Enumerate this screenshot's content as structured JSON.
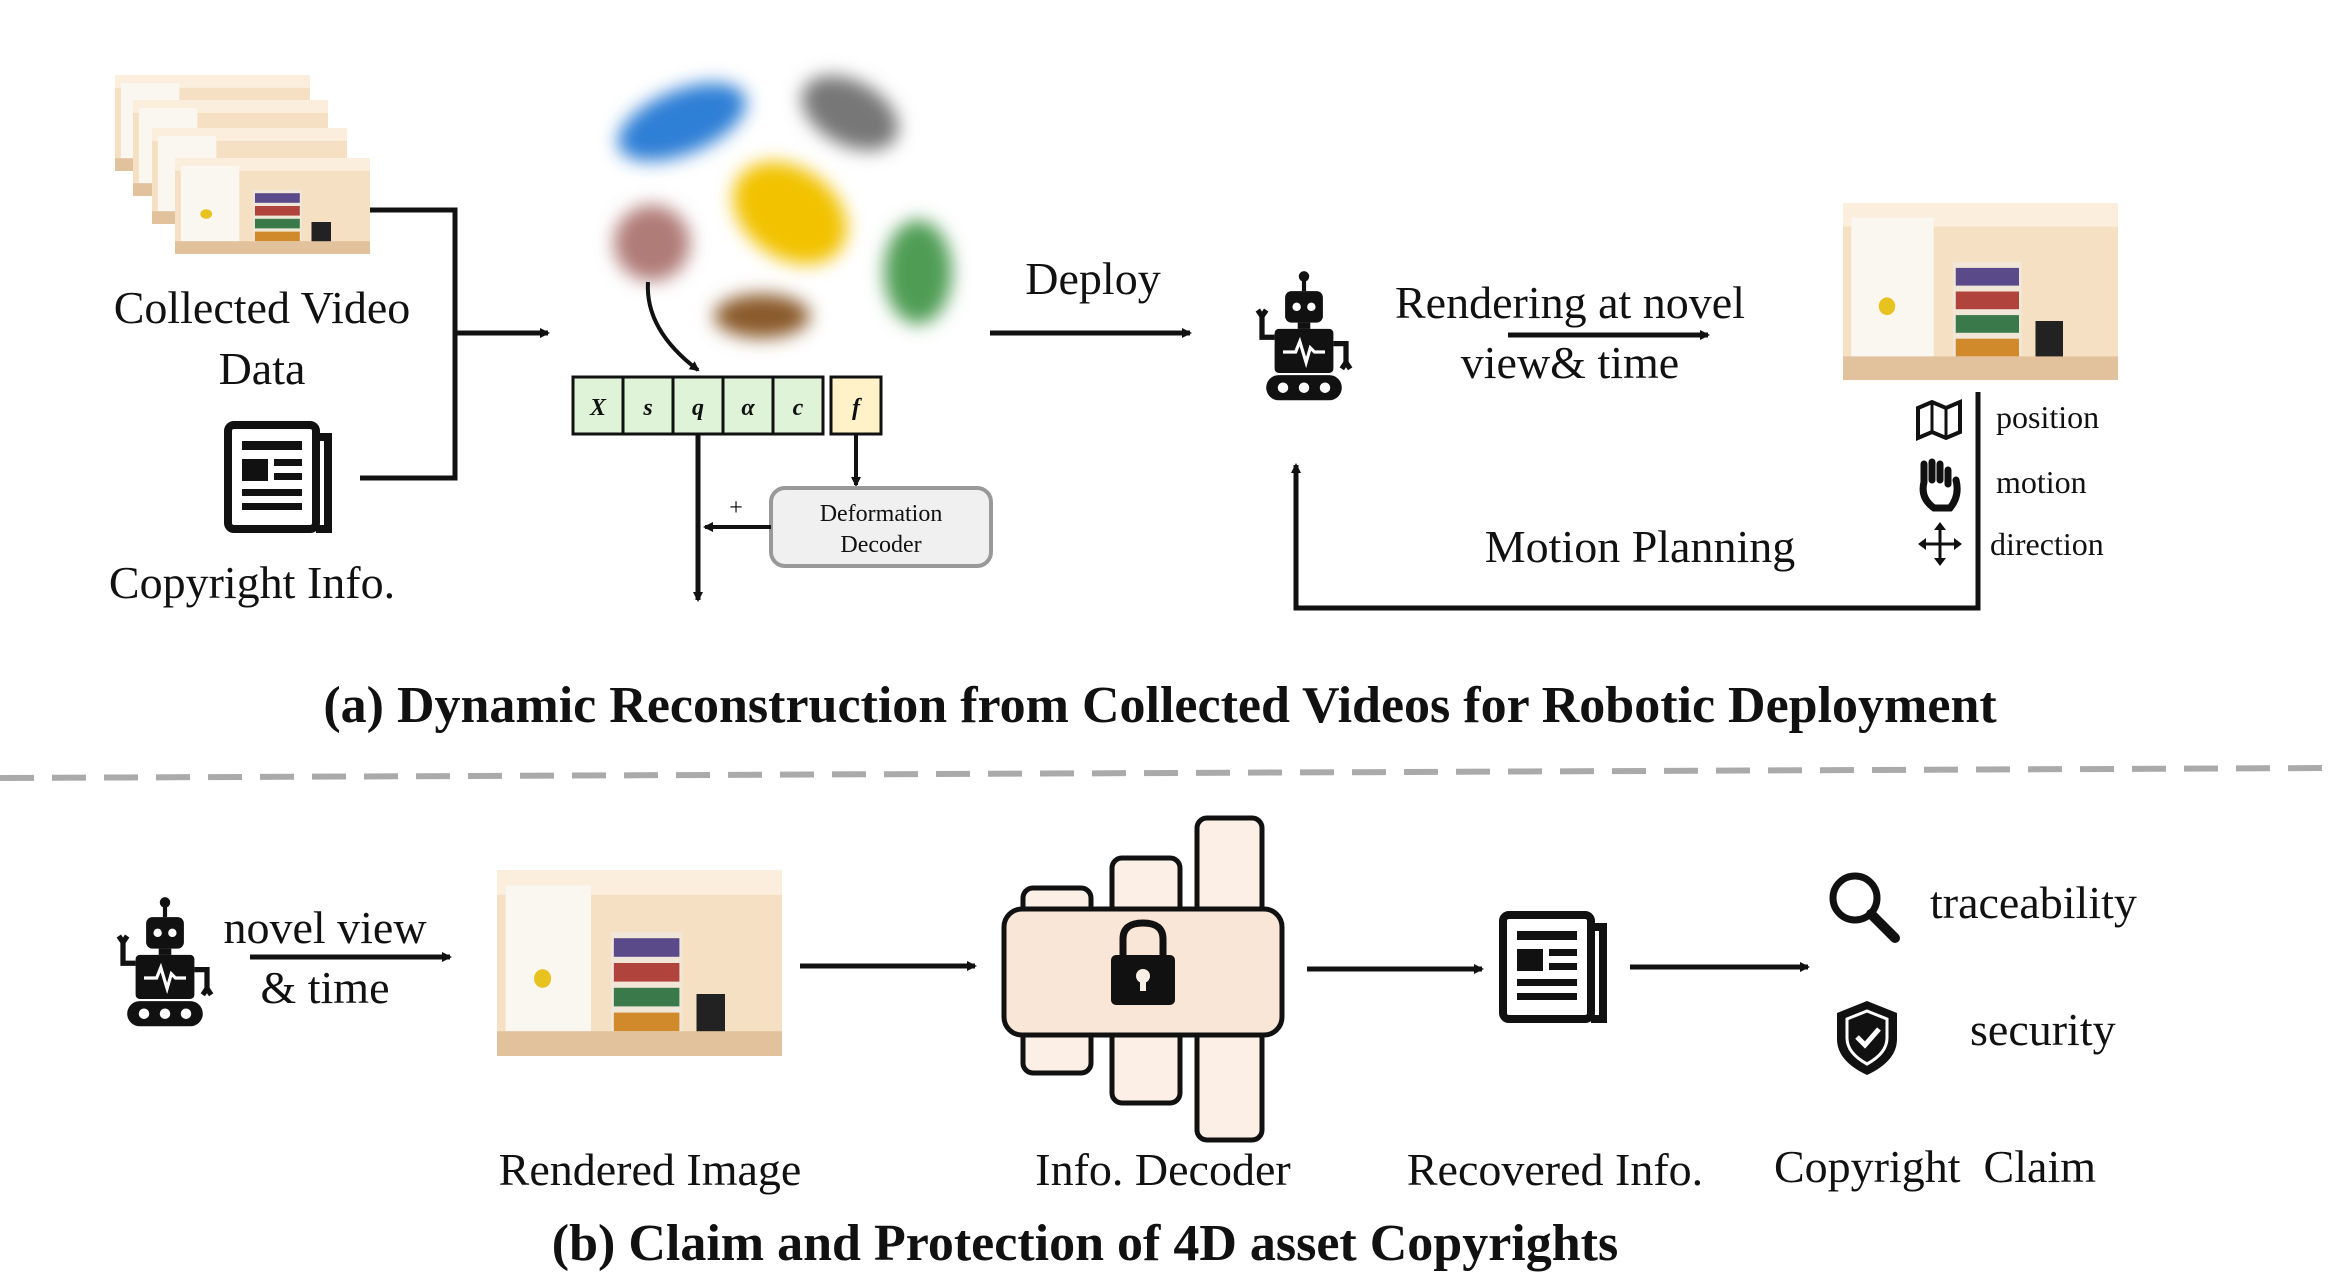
{
  "section_a": {
    "caption": "(a) Dynamic Reconstruction from Collected Videos for Robotic Deployment",
    "collected_video_line1": "Collected Video",
    "collected_video_line2": "Data",
    "copyright_info": "Copyright Info.",
    "attributes": [
      "X",
      "s",
      "q",
      "α",
      "c",
      "f"
    ],
    "plus_sign": "+",
    "deformation_decoder_line1": "Deformation",
    "deformation_decoder_line2": "Decoder",
    "deploy": "Deploy",
    "rendering_line1": "Rendering at novel",
    "rendering_line2": "view& time",
    "motion_planning": "Motion Planning",
    "legend": [
      "position",
      "motion",
      "direction"
    ]
  },
  "section_b": {
    "caption": "(b) Claim and Protection of 4D asset Copyrights",
    "novel_view_line1": "novel view",
    "novel_view_line2": "& time",
    "rendered_image": "Rendered Image",
    "info_decoder": "Info. Decoder",
    "recovered_info": "Recovered Info.",
    "copyright_claim": "Copyright  Claim",
    "traceability": "traceability",
    "security": "security"
  },
  "colors": {
    "blob_blue": "#2f7fd6",
    "blob_gray": "#777777",
    "blob_yellow": "#f2c200",
    "blob_pink": "#b07c78",
    "blob_brown": "#8a5a2c",
    "blob_green": "#4f9d55",
    "attr_green": "#dff3d8",
    "attr_yellow": "#fff2c9",
    "decoder_fill": "#f9e6d6",
    "room_wall": "#f3dcc0"
  },
  "icons": [
    "newspaper-icon",
    "robot-icon",
    "map-icon",
    "hand-icon",
    "move-icon",
    "magnifier-icon",
    "shield-icon",
    "lock-icon"
  ]
}
